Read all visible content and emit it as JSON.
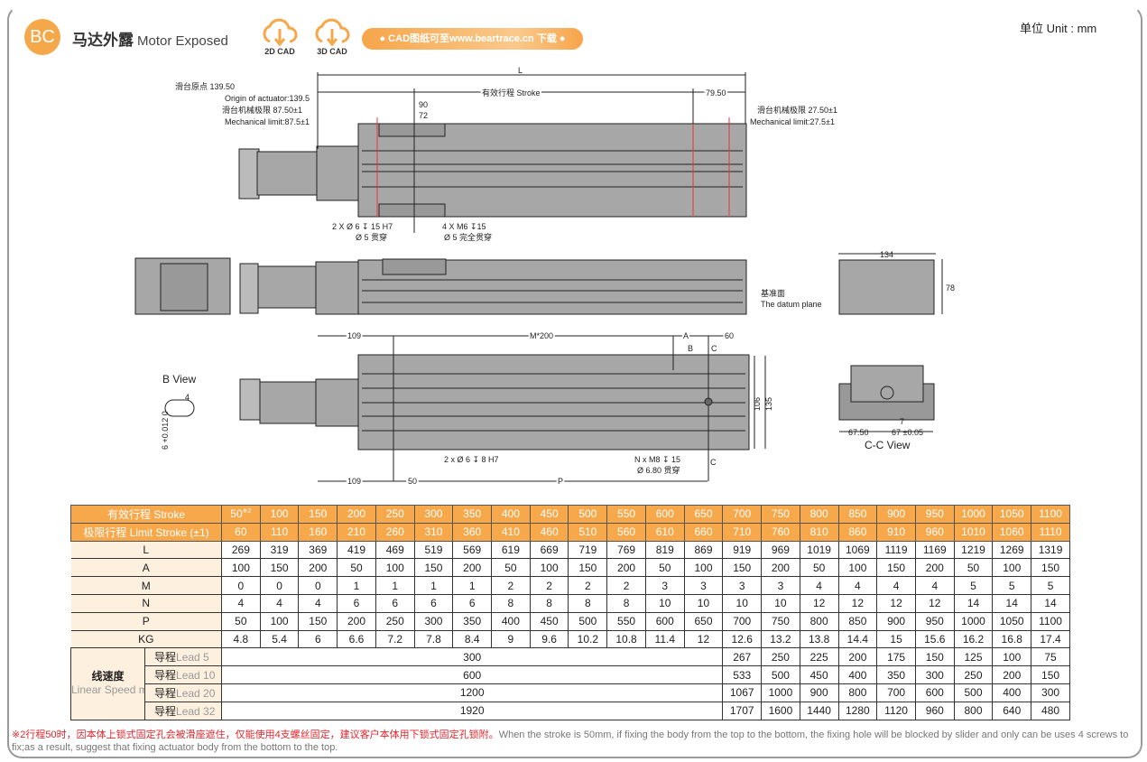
{
  "header": {
    "badge": "BC",
    "title_cn": "马达外露",
    "title_en": "Motor Exposed",
    "cad2d": "2D CAD",
    "cad3d": "3D CAD",
    "download": "● CAD图纸可至www.beartrace.cn 下载 ●",
    "unit": "单位 Unit : mm"
  },
  "drawing": {
    "L": "L",
    "origin_cn": "滑台原点 139.50",
    "origin_en": "Origin of actuator:139.5",
    "mech_left_cn": "滑台机械极限 87.50±1",
    "mech_left_en": "Mechanical limit:87.5±1",
    "stroke": "有效行程 Stroke",
    "d79": "79.50",
    "mech_right_cn": "滑台机械极限 27.50±1",
    "mech_right_en": "Mechanical limit:27.5±1",
    "d90": "90",
    "d72": "72",
    "hole1a": "2 X Ø 6 ↧ 15 H7",
    "hole1b": "Ø 5 贯穿",
    "hole2a": "4 X M6 ↧15",
    "hole2b": "Ø 5 完全贯穿",
    "d134": "134",
    "d78": "78",
    "datum_cn": "基准面",
    "datum_en": "The datum plane",
    "d109": "109",
    "m200": "M*200",
    "A": "A",
    "d60": "60",
    "B": "B",
    "C": "C",
    "bview": "B View",
    "d4": "4",
    "tol": "6 +0.012 0",
    "d106": "106",
    "d135": "135",
    "hole3": "2 x Ø 6 ↧ 8 H7",
    "hole4a": "N x M8 ↧ 15",
    "hole4b": "Ø 6.80 贯穿",
    "d50": "50",
    "P": "P",
    "d6750": "67.50",
    "d67": "67 ±0.05",
    "d7": "7",
    "ccview": "C-C View"
  },
  "table": {
    "stroke_label": "有效行程 Stroke",
    "stroke_sup": "※2",
    "stroke": [
      "50",
      "100",
      "150",
      "200",
      "250",
      "300",
      "350",
      "400",
      "450",
      "500",
      "550",
      "600",
      "650",
      "700",
      "750",
      "800",
      "850",
      "900",
      "950",
      "1000",
      "1050",
      "1100"
    ],
    "limit_label": "极限行程 Limit Stroke (±1)",
    "limit": [
      "60",
      "110",
      "160",
      "210",
      "260",
      "310",
      "360",
      "410",
      "460",
      "510",
      "560",
      "610",
      "660",
      "710",
      "760",
      "810",
      "860",
      "910",
      "960",
      "1010",
      "1060",
      "1110"
    ],
    "rows": [
      {
        "label": "L",
        "values": [
          "269",
          "319",
          "369",
          "419",
          "469",
          "519",
          "569",
          "619",
          "669",
          "719",
          "769",
          "819",
          "869",
          "919",
          "969",
          "1019",
          "1069",
          "1119",
          "1169",
          "1219",
          "1269",
          "1319"
        ]
      },
      {
        "label": "A",
        "values": [
          "100",
          "150",
          "200",
          "50",
          "100",
          "150",
          "200",
          "50",
          "100",
          "150",
          "200",
          "50",
          "100",
          "150",
          "200",
          "50",
          "100",
          "150",
          "200",
          "50",
          "100",
          "150"
        ]
      },
      {
        "label": "M",
        "values": [
          "0",
          "0",
          "0",
          "1",
          "1",
          "1",
          "1",
          "2",
          "2",
          "2",
          "2",
          "3",
          "3",
          "3",
          "3",
          "4",
          "4",
          "4",
          "4",
          "5",
          "5",
          "5"
        ]
      },
      {
        "label": "N",
        "values": [
          "4",
          "4",
          "4",
          "6",
          "6",
          "6",
          "6",
          "8",
          "8",
          "8",
          "8",
          "10",
          "10",
          "10",
          "10",
          "12",
          "12",
          "12",
          "12",
          "14",
          "14",
          "14"
        ]
      },
      {
        "label": "P",
        "values": [
          "50",
          "100",
          "150",
          "200",
          "250",
          "300",
          "350",
          "400",
          "450",
          "500",
          "550",
          "600",
          "650",
          "700",
          "750",
          "800",
          "850",
          "900",
          "950",
          "1000",
          "1050",
          "1100"
        ]
      },
      {
        "label": "KG",
        "values": [
          "4.8",
          "5.4",
          "6",
          "6.6",
          "7.2",
          "7.8",
          "8.4",
          "9",
          "9.6",
          "10.2",
          "10.8",
          "11.4",
          "12",
          "12.6",
          "13.2",
          "13.8",
          "14.4",
          "15",
          "15.6",
          "16.2",
          "16.8",
          "17.4"
        ]
      }
    ],
    "speed_cn": "线速度",
    "speed_en": "Linear Speed mm/s",
    "speed": [
      {
        "cn": "导程",
        "lead": "Lead 5",
        "merged": "300",
        "values": [
          "267",
          "250",
          "225",
          "200",
          "175",
          "150",
          "125",
          "100",
          "75"
        ]
      },
      {
        "cn": "导程",
        "lead": "Lead 10",
        "merged": "600",
        "values": [
          "533",
          "500",
          "450",
          "400",
          "350",
          "300",
          "250",
          "200",
          "150"
        ]
      },
      {
        "cn": "导程",
        "lead": "Lead 20",
        "merged": "1200",
        "values": [
          "1067",
          "1000",
          "900",
          "800",
          "700",
          "600",
          "500",
          "400",
          "300"
        ]
      },
      {
        "cn": "导程",
        "lead": "Lead 32",
        "merged": "1920",
        "values": [
          "1707",
          "1600",
          "1440",
          "1280",
          "1120",
          "960",
          "800",
          "640",
          "480"
        ]
      }
    ]
  },
  "note": {
    "cn": "※2行程50时，因本体上锁式固定孔会被滑座遮住，仅能使用4支螺丝固定，建议客户本体用下锁式固定孔锁附。",
    "en": "When the stroke is 50mm, if fixing the body from the top to the bottom, the fixing hole will be blocked by slider and only can be uses 4 screws to fix;as a result, suggest that fixing actuator body from the bottom to the top."
  },
  "colors": {
    "accent": "#f7a84b",
    "note_red": "#e0262c"
  }
}
